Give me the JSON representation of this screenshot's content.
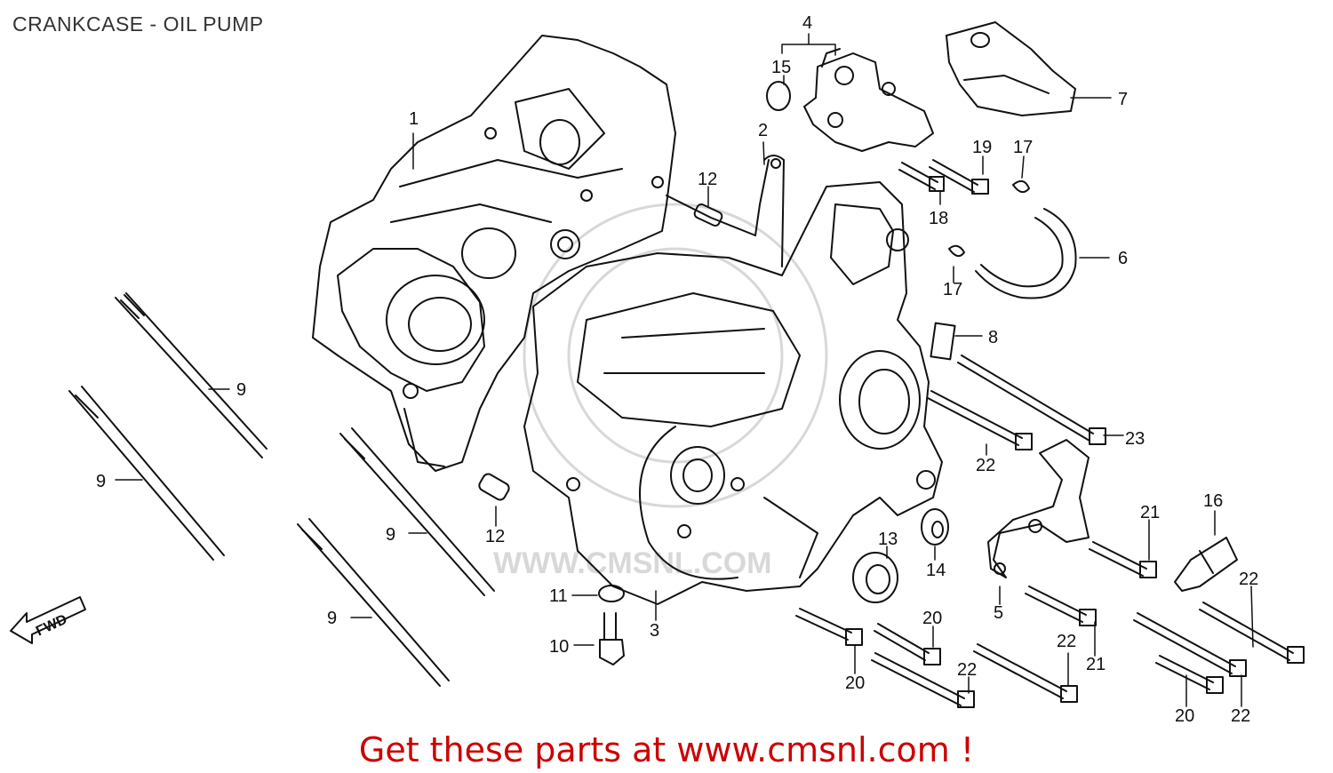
{
  "title": "CRANKCASE - OIL PUMP",
  "cta_text": "Get these parts at www.cmsnl.com !",
  "watermark_text": "WWW.CMSNL.COM",
  "fwd_label": "FWD",
  "colors": {
    "line": "#111111",
    "cta": "#cc0000",
    "title": "#333333",
    "watermark": "#d8d8d8"
  },
  "callouts": [
    {
      "id": "c1",
      "label": "1"
    },
    {
      "id": "c2",
      "label": "2"
    },
    {
      "id": "c3",
      "label": "3"
    },
    {
      "id": "c4",
      "label": "4"
    },
    {
      "id": "c5",
      "label": "5"
    },
    {
      "id": "c6",
      "label": "6"
    },
    {
      "id": "c7",
      "label": "7"
    },
    {
      "id": "c8",
      "label": "8"
    },
    {
      "id": "c9a",
      "label": "9"
    },
    {
      "id": "c9b",
      "label": "9"
    },
    {
      "id": "c9c",
      "label": "9"
    },
    {
      "id": "c9d",
      "label": "9"
    },
    {
      "id": "c10",
      "label": "10"
    },
    {
      "id": "c11",
      "label": "11"
    },
    {
      "id": "c12a",
      "label": "12"
    },
    {
      "id": "c12b",
      "label": "12"
    },
    {
      "id": "c13",
      "label": "13"
    },
    {
      "id": "c14",
      "label": "14"
    },
    {
      "id": "c15",
      "label": "15"
    },
    {
      "id": "c16",
      "label": "16"
    },
    {
      "id": "c17a",
      "label": "17"
    },
    {
      "id": "c17b",
      "label": "17"
    },
    {
      "id": "c18",
      "label": "18"
    },
    {
      "id": "c19",
      "label": "19"
    },
    {
      "id": "c20a",
      "label": "20"
    },
    {
      "id": "c20b",
      "label": "20"
    },
    {
      "id": "c20c",
      "label": "20"
    },
    {
      "id": "c21a",
      "label": "21"
    },
    {
      "id": "c21b",
      "label": "21"
    },
    {
      "id": "c22a",
      "label": "22"
    },
    {
      "id": "c22b",
      "label": "22"
    },
    {
      "id": "c22c",
      "label": "22"
    },
    {
      "id": "c22d",
      "label": "22"
    },
    {
      "id": "c22e",
      "label": "22"
    },
    {
      "id": "c23",
      "label": "23"
    }
  ]
}
